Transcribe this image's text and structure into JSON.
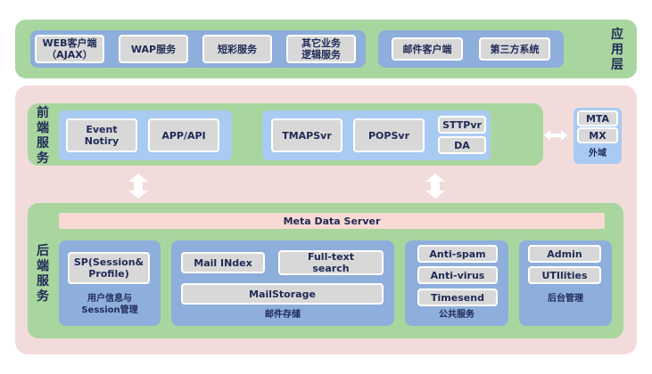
{
  "app_layer": {
    "label": "应用层",
    "group1": [
      "WEB客户端\n（AJAX）",
      "WAP服务",
      "短彩服务",
      "其它业务\n逻辑服务"
    ],
    "group2": [
      "邮件客户端",
      "第三方系统"
    ]
  },
  "front": {
    "label": "前端服务",
    "group1": [
      "Event\nNotiry",
      "APP/API"
    ],
    "group2": [
      "TMAPSvr",
      "POPSvr"
    ],
    "stack": [
      "STTPvr",
      "DA"
    ]
  },
  "external": {
    "items": [
      "MTA",
      "MX"
    ],
    "caption": "外域"
  },
  "back": {
    "label": "后端服务",
    "meta": "Meta Data Server",
    "user": {
      "box": "SP(Session&\nProfile)",
      "caption": "用户信息与\nSession管理"
    },
    "mail": {
      "index": "Mail INdex",
      "search": "Full-text\nsearch",
      "storage": "MailStorage",
      "caption": "邮件存储"
    },
    "common": {
      "items": [
        "Anti-spam",
        "Anti-virus",
        "Timesend"
      ],
      "caption": "公共服务"
    },
    "admin": {
      "items": [
        "Admin",
        "UTIlities"
      ],
      "caption": "后台管理"
    }
  },
  "colors": {
    "green": "#a9d69f",
    "pink": "#f2dcdb",
    "blue": "#8eaedc",
    "light_blue": "#a9cbf2",
    "box": "#d8d8d8"
  }
}
